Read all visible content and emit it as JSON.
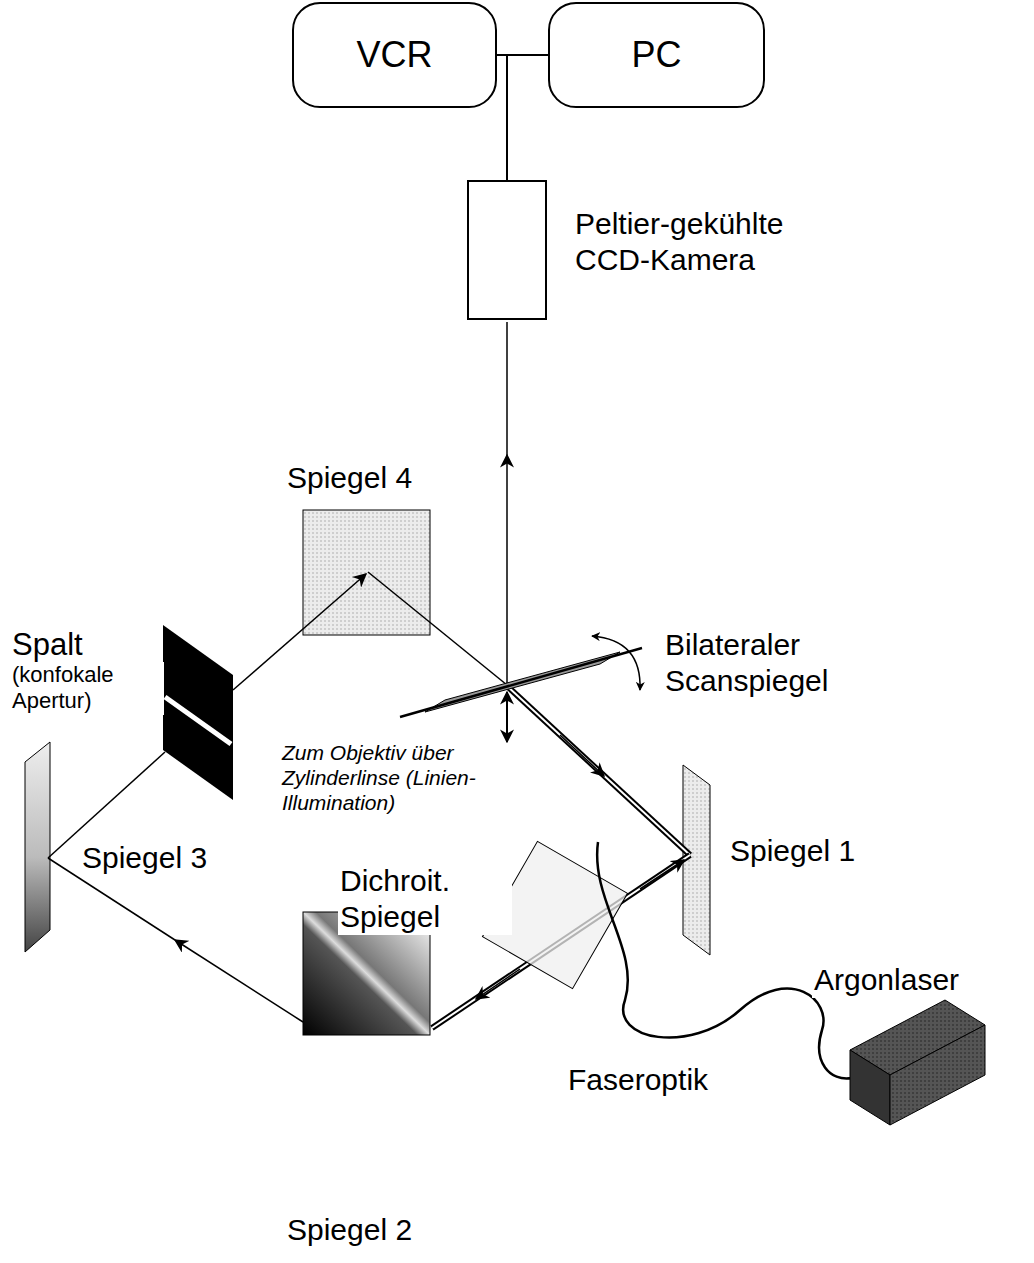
{
  "diagram": {
    "nodes": [
      {
        "text": [
          "VCR"
        ]
      },
      {
        "text": [
          "PC"
        ]
      },
      {
        "text": [
          "Peltier-gekühlte CCD-Kamera"
        ]
      }
    ],
    "edges": [
      {
        "from": 2,
        "to": 0,
        "arrow": "none"
      },
      {
        "from": 2,
        "to": 1,
        "arrow": "none"
      }
    ],
    "labels": [
      "Spiegel 4",
      "Spalt",
      "(konfokale Apertur)",
      "Bilateraler Scanspiegel",
      "Zum Objektiv über Zylinderlinse (Linien-Illumination)",
      "Spiegel 3",
      "Spiegel 1",
      "Dichroit. Spiegel",
      "Spiegel 2",
      "Faseroptik",
      "Argonlaser"
    ]
  }
}
